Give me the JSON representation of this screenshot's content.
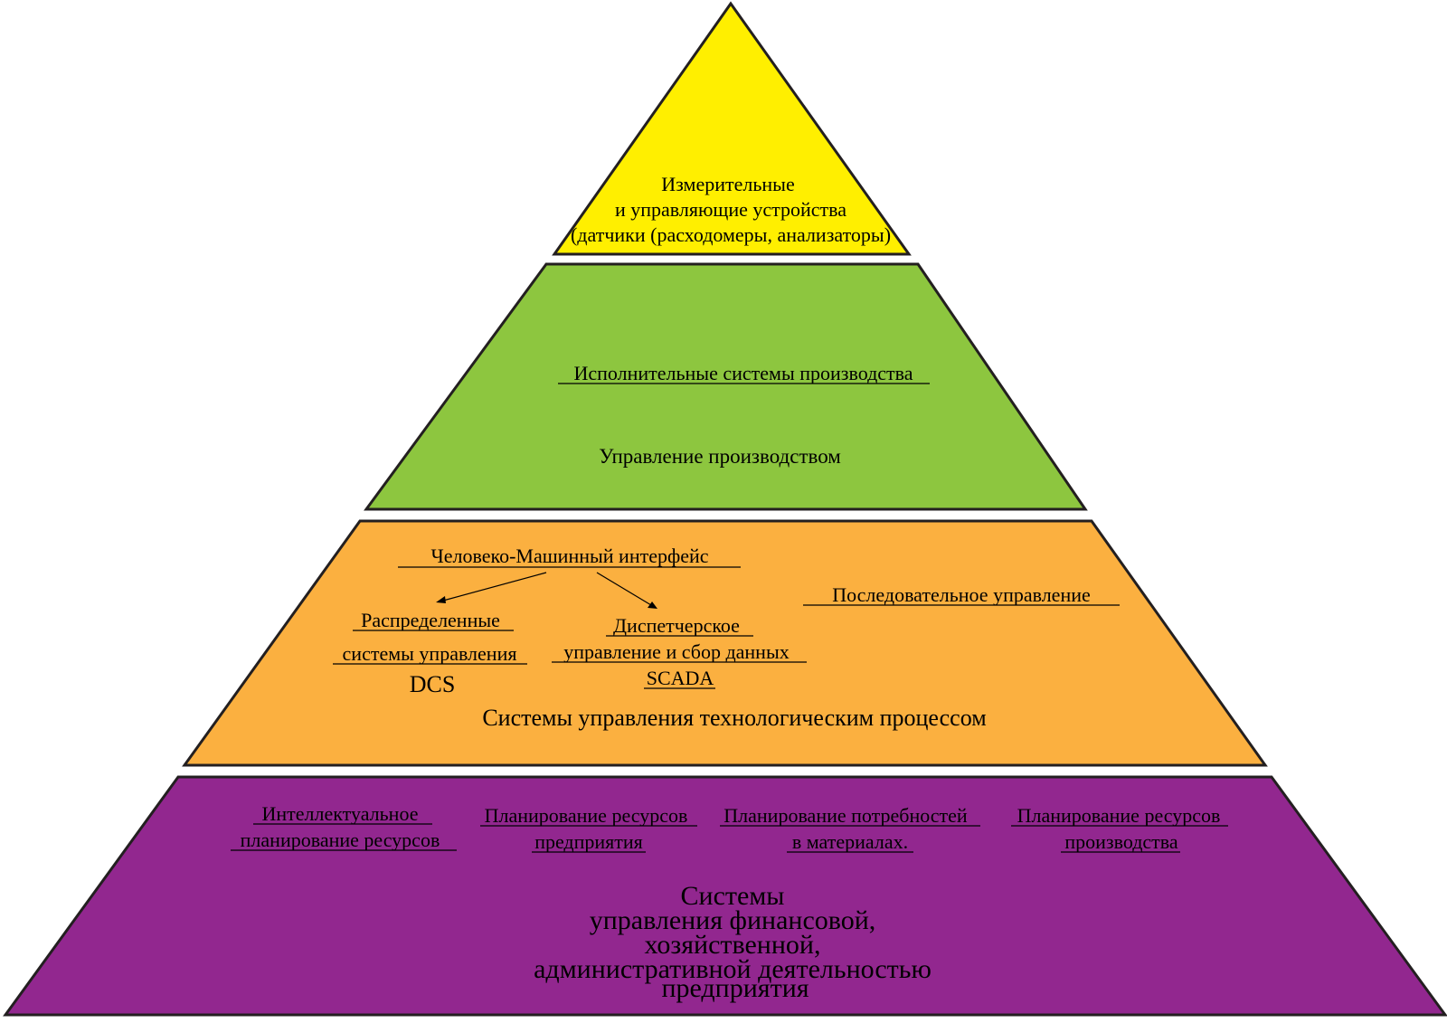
{
  "colors": {
    "top": "#ffef00",
    "green": "#8dc63f",
    "orange": "#fbb040",
    "purple": "#92278f",
    "outline": "#231f20"
  },
  "levels": {
    "top": {
      "lines": [
        "Измерительные",
        "и управляющие устройства",
        "(датчики (расходомеры, анализаторы)"
      ]
    },
    "green": {
      "link": "Исполнительные системы производства",
      "title": "Управление производством"
    },
    "orange": {
      "hmi": "Человеко-Машинный интерфейс",
      "sequential": "Последовательное управление",
      "dcs_lines": [
        "Распределенные",
        "системы управления"
      ],
      "dcs_abbr": "DCS",
      "scada_lines": [
        "Диспетчерское",
        "управление и сбор данных"
      ],
      "scada_abbr": "SCADA",
      "title": "Системы управления технологическим процессом"
    },
    "purple": {
      "items": [
        [
          "Интеллектуальное",
          "планирование ресурсов"
        ],
        [
          "Планирование ресурсов",
          "предприятия"
        ],
        [
          "Планирование потребностей",
          "в материалах."
        ],
        [
          "Планирование ресурсов",
          "производства"
        ]
      ],
      "title_lines": [
        "Системы",
        "управления финансовой,",
        "хозяйственной,",
        "административной деятельностью",
        "предприятия"
      ]
    }
  }
}
